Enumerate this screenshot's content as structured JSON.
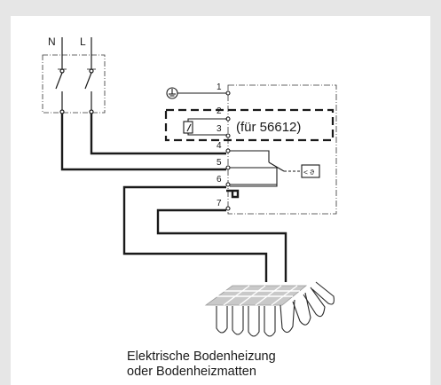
{
  "diagram": {
    "supply": {
      "neutral_label": "N",
      "live_label": "L"
    },
    "terminals": [
      "1",
      "2",
      "3",
      "4",
      "5",
      "6",
      "7"
    ],
    "variant_note": "(für 56612)",
    "sensor_symbol": "< ϑ",
    "caption": {
      "line1": "Elektrische Bodenheizung",
      "line2": "oder Bodenheizmatten"
    }
  }
}
